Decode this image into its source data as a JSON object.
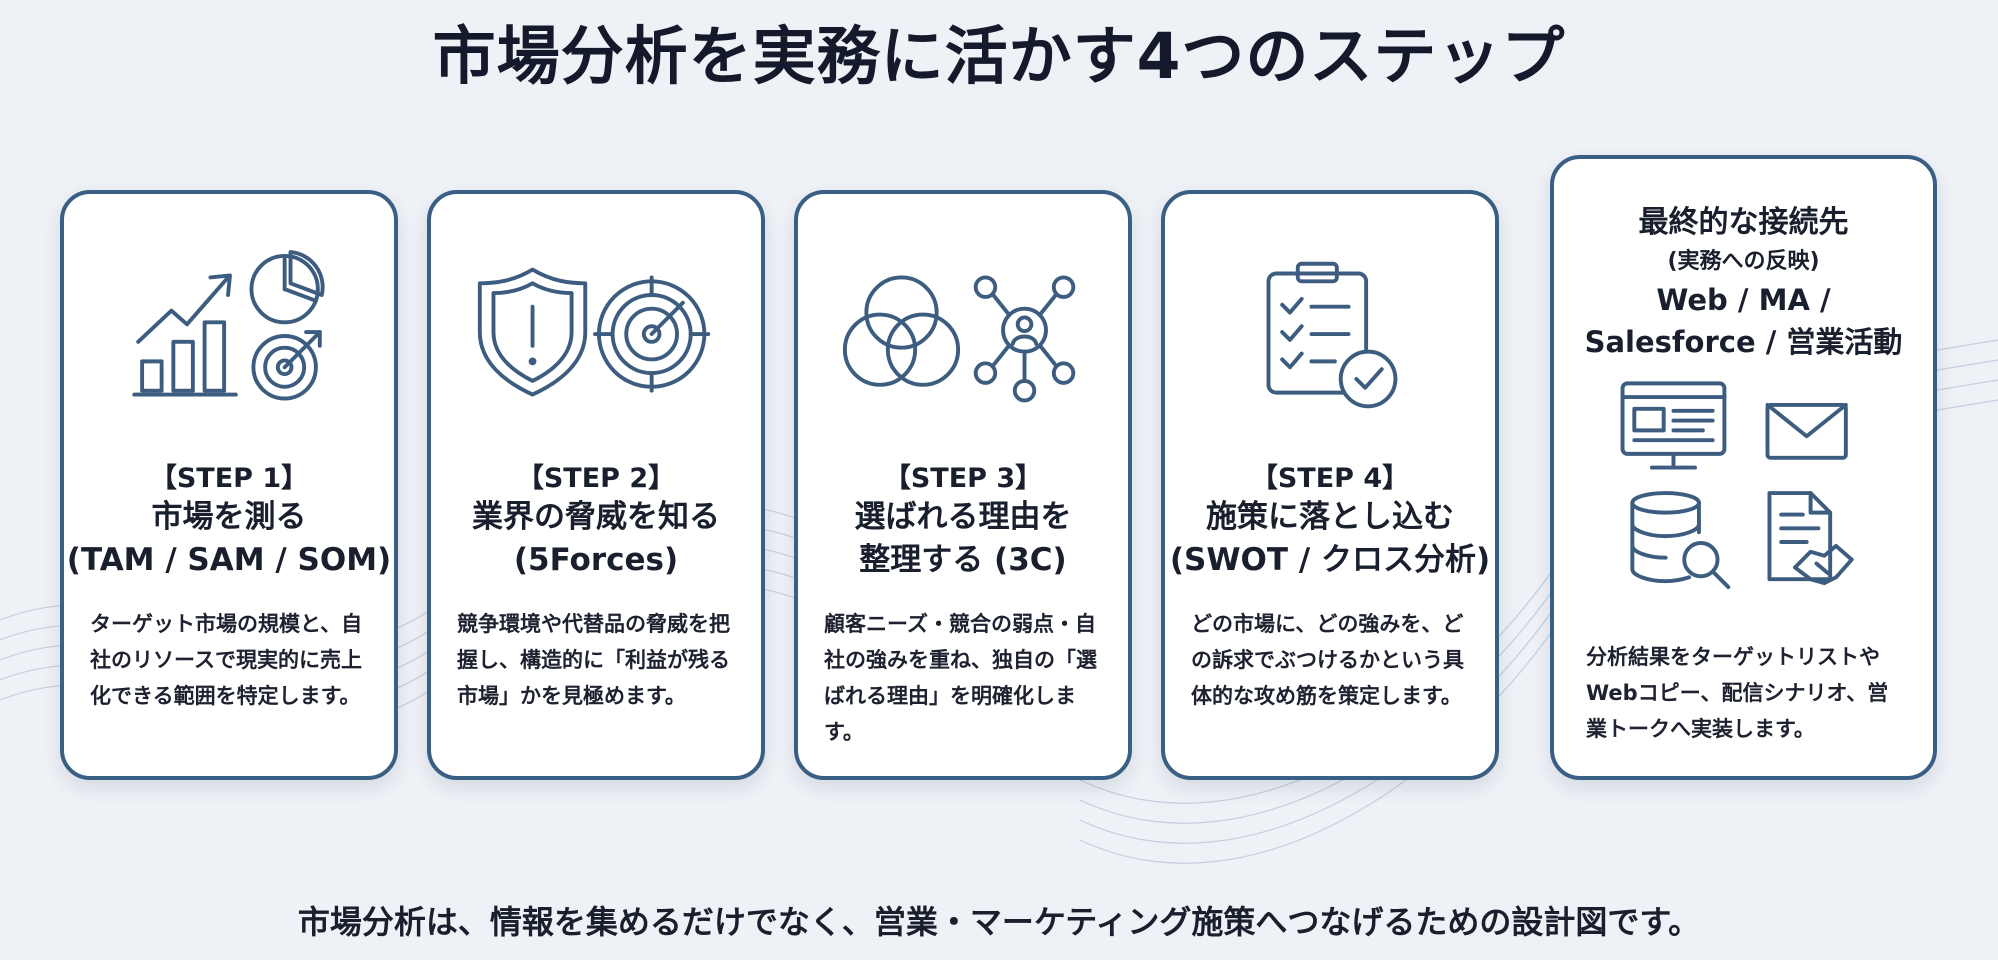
{
  "title": "市場分析を実務に活かす4つのステップ",
  "steps": [
    {
      "label": "【STEP 1】",
      "title_lines": [
        "市場を測る",
        "(TAM / SAM / SOM)"
      ],
      "description": "ターゲット市場の規模と、自社のリソースで現実的に売上化できる範囲を特定します。"
    },
    {
      "label": "【STEP 2】",
      "title_lines": [
        "業界の脅威を知る",
        "(5Forces)"
      ],
      "description": "競争環境や代替品の脅威を把握し、構造的に「利益が残る市場」かを見極めます。"
    },
    {
      "label": "【STEP 3】",
      "title_lines": [
        "選ばれる理由を",
        "整理する (3C)"
      ],
      "description": "顧客ニーズ・競合の弱点・自社の強みを重ね、独自の「選ばれる理由」を明確化します。"
    },
    {
      "label": "【STEP 4】",
      "title_lines": [
        "施策に落とし込む",
        "(SWOT / クロス分析)"
      ],
      "description": "どの市場に、どの強みを、どの訴求でぶつけるかという具体的な攻め筋を策定します。"
    }
  ],
  "final": {
    "title_lines": [
      "最終的な接続先",
      "(実務への反映)",
      "Web / MA /",
      "Salesforce / 営業活動"
    ],
    "description": "分析結果をターゲットリストやWebコピー、配信シナリオ、営業トークへ実装します。"
  },
  "footer": "市場分析は、情報を集めるだけでなく、営業・マーケティング施策へつなげるための設計図です。",
  "icons": {
    "step1": [
      "growth-chart-icon",
      "pie-chart-icon",
      "target-icon"
    ],
    "step2": [
      "shield-alert-icon",
      "radar-icon"
    ],
    "step3": [
      "venn-diagram-icon",
      "network-people-icon"
    ],
    "step4": [
      "clipboard-checklist-icon"
    ],
    "final": [
      "web-browser-icon",
      "mail-icon",
      "database-search-icon",
      "document-handshake-icon"
    ]
  },
  "colors": {
    "border": "#3a5f84",
    "icon": "#3d5d80",
    "background": "#eef1f6",
    "text": "#1a1f2e"
  }
}
